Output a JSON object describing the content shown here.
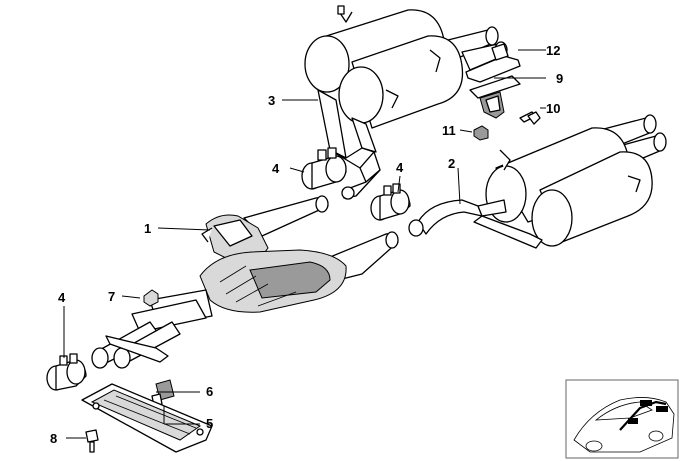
{
  "callouts": {
    "c1": "1",
    "c2": "2",
    "c3": "3",
    "c4a": "4",
    "c4b": "4",
    "c4c": "4",
    "c5": "5",
    "c6": "6",
    "c7": "7",
    "c8": "8",
    "c9": "9",
    "c10": "10",
    "c11": "11",
    "c12": "12"
  }
}
